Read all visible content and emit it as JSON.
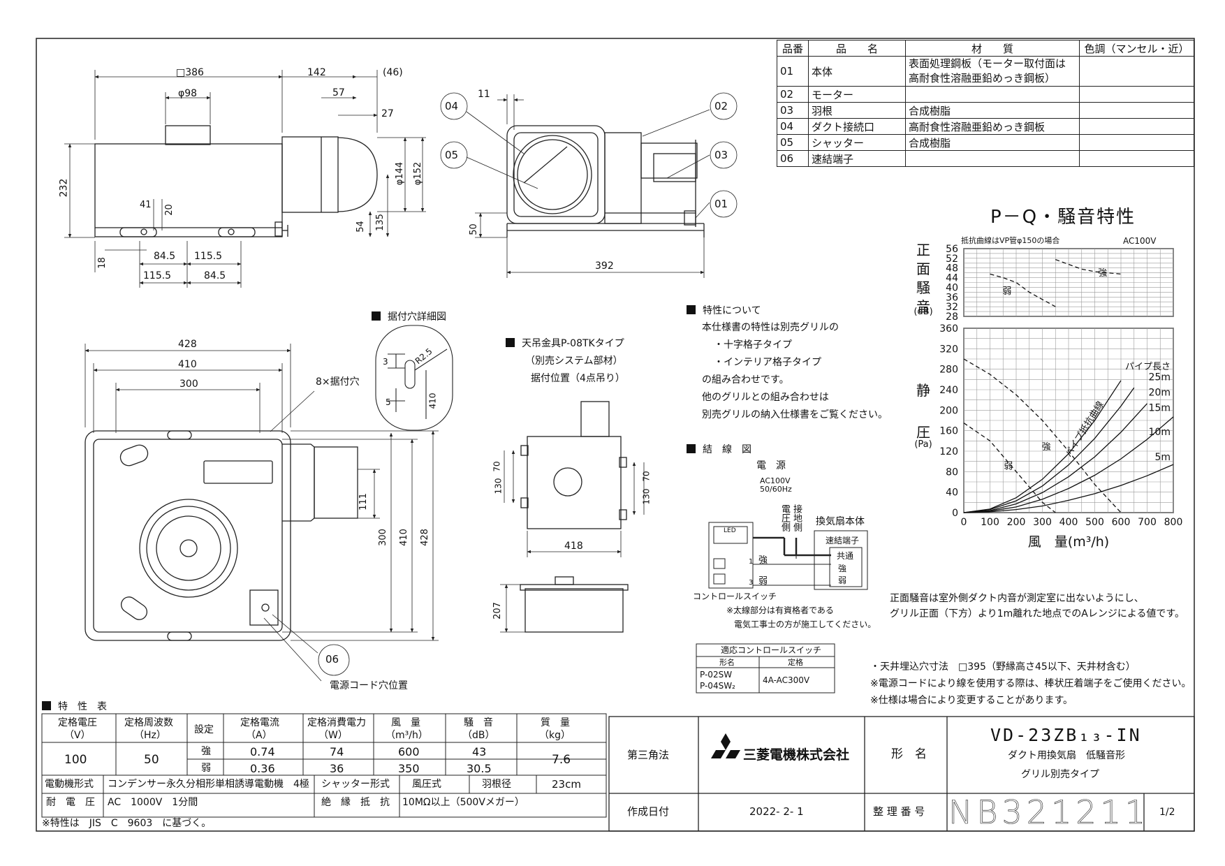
{
  "parts_table": {
    "headers": [
      "品番",
      "品　　名",
      "材　　質",
      "色調（マンセル・近）"
    ],
    "rows": [
      {
        "no": "01",
        "name": "本体",
        "material": "表面処理鋼板（モーター取付面は",
        "material2": "高耐食性溶融亜鉛めっき鋼板）",
        "color": ""
      },
      {
        "no": "02",
        "name": "モーター",
        "material": "",
        "material2": "",
        "color": ""
      },
      {
        "no": "03",
        "name": "羽根",
        "material": "合成樹脂",
        "material2": "",
        "color": ""
      },
      {
        "no": "04",
        "name": "ダクト接続口",
        "material": "高耐食性溶融亜鉛めっき鋼板",
        "material2": "",
        "color": ""
      },
      {
        "no": "05",
        "name": "シャッター",
        "material": "合成樹脂",
        "material2": "",
        "color": ""
      },
      {
        "no": "06",
        "name": "速結端子",
        "material": "",
        "material2": "",
        "color": ""
      }
    ]
  },
  "side_view": {
    "dims": {
      "d386": "□386",
      "d142": "142",
      "d46": "(46)",
      "phi98": "φ98",
      "d57": "57",
      "d27": "27",
      "d11": "11",
      "d232": "232",
      "phi144": "φ144",
      "phi152": "φ152",
      "d41": "41",
      "d20": "20",
      "d54": "54",
      "d135": "135",
      "d18": "18",
      "d845a": "84.5",
      "d1155a": "115.5",
      "d1155b": "115.5",
      "d845b": "84.5"
    }
  },
  "front_view": {
    "dims": {
      "d50": "50",
      "d392": "392"
    },
    "callouts": [
      "04",
      "05",
      "02",
      "03",
      "01"
    ]
  },
  "bottom_view": {
    "dims": {
      "d428": "428",
      "d410": "410",
      "d300": "300",
      "d111": "111",
      "v300": "300",
      "v410": "410",
      "v428": "428"
    },
    "holes_label": "8×据付穴",
    "callout": "06",
    "cord_label": "電源コード穴位置"
  },
  "hole_detail": {
    "title": "据付穴詳細図",
    "r": "R2.5",
    "d3": "3",
    "d5": "5",
    "d410": "410"
  },
  "hanger": {
    "title": "天吊金具P-08TKタイプ",
    "sub1": "（別売システム部材）",
    "sub2": "据付位置（4点吊り）",
    "dims": {
      "d70a": "70",
      "d130a": "130",
      "d130b": "130",
      "d70b": "70",
      "d418": "418",
      "d207": "207"
    }
  },
  "features": {
    "title": "特性について",
    "lines": [
      "本仕様書の特性は別売グリルの",
      "・十字格子タイプ",
      "・インテリア格子タイプ",
      "の組み合わせです。",
      "他のグリルとの組み合わせは",
      "別売グリルの納入仕様書をご覧ください。"
    ]
  },
  "wiring": {
    "title": "結　線　図",
    "power": "電　源",
    "ac": "AC100V",
    "hz": "50/60Hz",
    "voltage_side": "電圧側",
    "ground_side": "接地側",
    "fan_body": "換気扇本体",
    "terminal": "速結端子",
    "t_common": "共通",
    "t_strong": "強",
    "t_weak": "弱",
    "w_strong": "強",
    "w_weak": "弱",
    "n1": "1",
    "n3": "3",
    "led": "LED",
    "switch": "コントロールスイッチ",
    "note1": "※太線部分は有資格者である",
    "note2": "電気工事士の方が施工してください。"
  },
  "switch_table": {
    "title": "適応コントロールスイッチ",
    "h1": "形名",
    "h2": "定格",
    "m1": "P-02SW",
    "m2": "P-04SW₂",
    "rating": "4A-AC300V"
  },
  "chart_header": {
    "title": "P－Q・騒音特性",
    "note": "抵抗曲線はVP管φ150の場合",
    "ac": "AC100V"
  },
  "chart_data": [
    {
      "type": "line",
      "title": "",
      "ylabel": "正面騒音(dB)",
      "xlabel": "",
      "xlim": [
        0,
        800
      ],
      "ylim": [
        28,
        56
      ],
      "yticks": [
        28,
        32,
        36,
        40,
        44,
        48,
        52,
        56
      ],
      "series": [
        {
          "name": "強",
          "style": "dashed",
          "x": [
            350,
            400,
            450,
            500,
            550,
            600
          ],
          "y": [
            51.5,
            49.5,
            47.5,
            46.5,
            46,
            45.5
          ]
        },
        {
          "name": "弱",
          "style": "dashed",
          "x": [
            100,
            150,
            200,
            250,
            300,
            350
          ],
          "y": [
            45.5,
            44,
            42,
            38,
            35,
            32
          ]
        }
      ]
    },
    {
      "type": "line",
      "title": "",
      "xlabel": "風　量(m³/h)",
      "ylabel": "静圧(Pa)",
      "xlim": [
        0,
        800
      ],
      "ylim": [
        0,
        360
      ],
      "xticks": [
        0,
        100,
        200,
        300,
        400,
        500,
        600,
        700,
        800
      ],
      "yticks": [
        0,
        40,
        80,
        120,
        160,
        200,
        240,
        280,
        320,
        360
      ],
      "legend_title": "パイプ長さ",
      "curve_label": "パイプ抵抗曲線",
      "series": [
        {
          "name": "強",
          "style": "dashed",
          "x": [
            0,
            100,
            200,
            300,
            400,
            500,
            600
          ],
          "y": [
            300,
            270,
            230,
            180,
            120,
            55,
            0
          ]
        },
        {
          "name": "弱",
          "style": "dashed",
          "x": [
            0,
            100,
            200,
            300,
            350
          ],
          "y": [
            175,
            140,
            80,
            20,
            0
          ]
        },
        {
          "name": "25m",
          "style": "solid",
          "x": [
            0,
            100,
            200,
            300,
            400,
            500,
            600
          ],
          "y": [
            0,
            7,
            29,
            65,
            115,
            180,
            258
          ]
        },
        {
          "name": "20m",
          "style": "solid",
          "x": [
            0,
            100,
            200,
            300,
            400,
            500,
            600,
            650
          ],
          "y": [
            0,
            6,
            23,
            52,
            93,
            145,
            208,
            244
          ]
        },
        {
          "name": "15m",
          "style": "solid",
          "x": [
            0,
            100,
            200,
            300,
            400,
            500,
            600,
            700
          ],
          "y": [
            0,
            4,
            17,
            39,
            70,
            109,
            157,
            213
          ]
        },
        {
          "name": "10m",
          "style": "solid",
          "x": [
            0,
            100,
            200,
            300,
            400,
            500,
            600,
            700,
            800
          ],
          "y": [
            0,
            3,
            11,
            26,
            47,
            73,
            105,
            143,
            187
          ]
        },
        {
          "name": "5m",
          "style": "solid",
          "x": [
            0,
            100,
            200,
            300,
            400,
            500,
            600,
            700,
            800
          ],
          "y": [
            0,
            1.5,
            6,
            13,
            24,
            37,
            53,
            72,
            94
          ]
        }
      ]
    }
  ],
  "noise_note": {
    "l1": "正面騒音は室外側ダクト内音が測定室に出ないようにし、",
    "l2": "グリル正面（下方）より1m離れた地点でのAレンジによる値です。"
  },
  "notes": {
    "n1": "・天井埋込穴寸法　□395（野縁高さ45以下、天井材含む）",
    "n2": "※電源コードにより線を使用する際は、棒状圧着端子をご使用ください。",
    "n3": "※仕様は場合により変更することがあります。"
  },
  "spec_table": {
    "title": "特　性　表",
    "h_voltage": "定格電圧",
    "u_voltage": "（V）",
    "h_freq": "定格周波数",
    "u_freq": "（Hz）",
    "h_setting": "設定",
    "h_current": "定格電流",
    "u_current": "（A）",
    "h_power": "定格消費電力",
    "u_power": "（W）",
    "h_flow": "風　量",
    "u_flow": "（m³/h）",
    "h_noise": "騒　音",
    "u_noise": "（dB）",
    "h_mass": "質　量",
    "u_mass": "（kg）",
    "voltage": "100",
    "freq": "50",
    "mass": "7.6",
    "strong": {
      "label": "強",
      "current": "0.74",
      "power": "74",
      "flow": "600",
      "noise": "43"
    },
    "weak": {
      "label": "弱",
      "current": "0.36",
      "power": "36",
      "flow": "350",
      "noise": "30.5"
    },
    "motor_label": "電動機形式",
    "motor": "コンデンサー永久分相形単相誘導電動機　4極",
    "shutter_label": "シャッター形式",
    "shutter": "風圧式",
    "blade_label": "羽根径",
    "blade": "23cm",
    "withstand_label": "耐　電　圧",
    "withstand": "AC　1000V　1分間",
    "insulation_label": "絶　縁　抵　抗",
    "insulation": "10MΩ以上（500Vメガー）",
    "footnote": "※特性は　JIS　C　9603　に基づく。"
  },
  "title_block": {
    "projection": "第三角法",
    "company": "三菱電機株式会社",
    "model_label": "形　名",
    "model": "VD-23ZB₁₃-IN",
    "desc1": "ダクト用換気扇　低騒音形",
    "desc2": "グリル別売タイプ",
    "date_label": "作成日付",
    "date": "2022- 2- 1",
    "ref_label": "整 理 番 号",
    "ref": "NB321211",
    "page": "1/2"
  }
}
